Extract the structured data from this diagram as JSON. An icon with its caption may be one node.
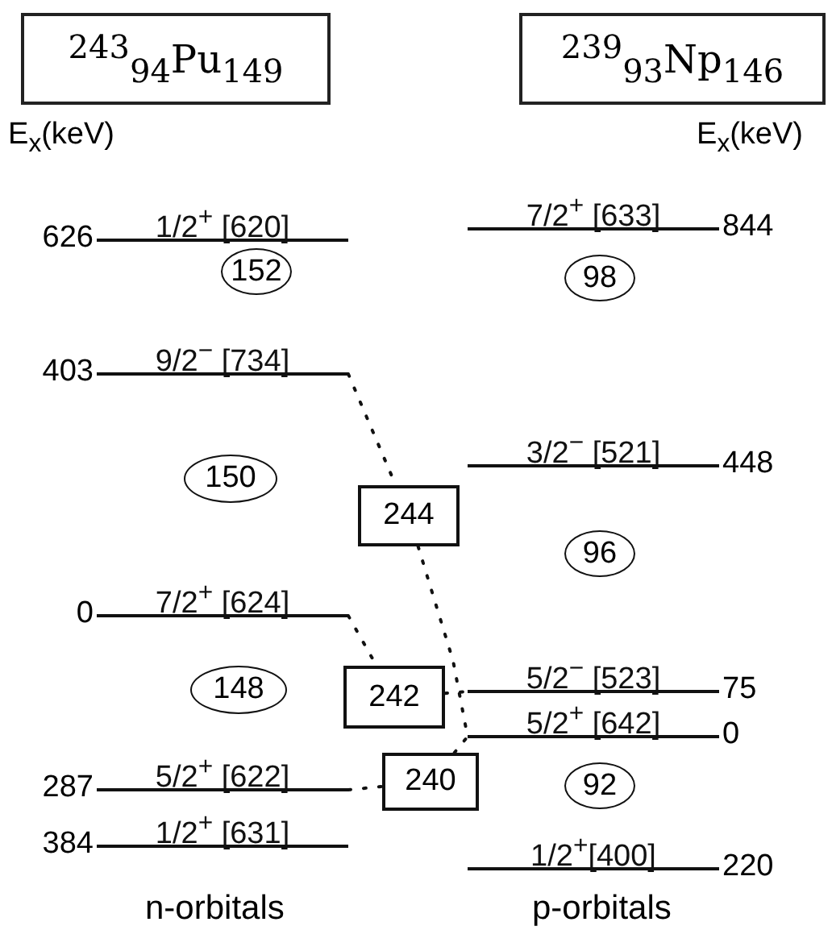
{
  "diagram": {
    "nodes": [
      {
        "text": [
          "$^{243}$$_{94}$Pu$_{149}$"
        ]
      },
      {
        "text": [
          "$^{239}$$_{93}$Np$_{146}$"
        ]
      },
      {
        "text": [
          "1/2$^{+}$ [620]"
        ],
        "beside": [
          "626"
        ]
      },
      {
        "text": [
          "7/2$^{+}$ [633]"
        ],
        "beside": [
          "844"
        ]
      },
      {
        "text": [
          "152"
        ]
      },
      {
        "text": [
          "98"
        ]
      },
      {
        "text": [
          "9/2$^{−}$ [734]"
        ],
        "beside": [
          "403"
        ]
      },
      {
        "text": [
          "3/2$^{−}$ [521]"
        ],
        "beside": [
          "448"
        ]
      },
      {
        "text": [
          "150"
        ]
      },
      {
        "text": [
          "244"
        ]
      },
      {
        "text": [
          "96"
        ]
      },
      {
        "text": [
          "7/2$^{+}$ [624]"
        ],
        "beside": [
          "0"
        ]
      },
      {
        "text": [
          "5/2$^{−}$ [523]"
        ],
        "beside": [
          "75"
        ]
      },
      {
        "text": [
          "148"
        ]
      },
      {
        "text": [
          "242"
        ]
      },
      {
        "text": [
          "5/2$^{+}$ [642]"
        ],
        "beside": [
          "0"
        ]
      },
      {
        "text": [
          "5/2$^{+}$ [622]"
        ],
        "beside": [
          "287"
        ]
      },
      {
        "text": [
          "240"
        ]
      },
      {
        "text": [
          "92"
        ]
      },
      {
        "text": [
          "1/2$^{+}$ [631]"
        ],
        "beside": [
          "384"
        ]
      },
      {
        "text": [
          "1/2$^{+}$[400]"
        ],
        "beside": [
          "220"
        ]
      }
    ],
    "edges": [
      {
        "from": 6,
        "to": 9,
        "arrow": "none"
      },
      {
        "from": 9,
        "to": 15,
        "arrow": "none"
      },
      {
        "from": 11,
        "to": 14,
        "arrow": "none"
      },
      {
        "from": 14,
        "to": 12,
        "arrow": "none"
      },
      {
        "from": 16,
        "to": 17,
        "arrow": "none"
      },
      {
        "from": 17,
        "to": 15,
        "arrow": "none"
      }
    ],
    "labels": [
      "E$_{x}$(keV)",
      "E$_{x}$(keV)",
      "n-orbitals",
      "p-orbitals"
    ]
  }
}
